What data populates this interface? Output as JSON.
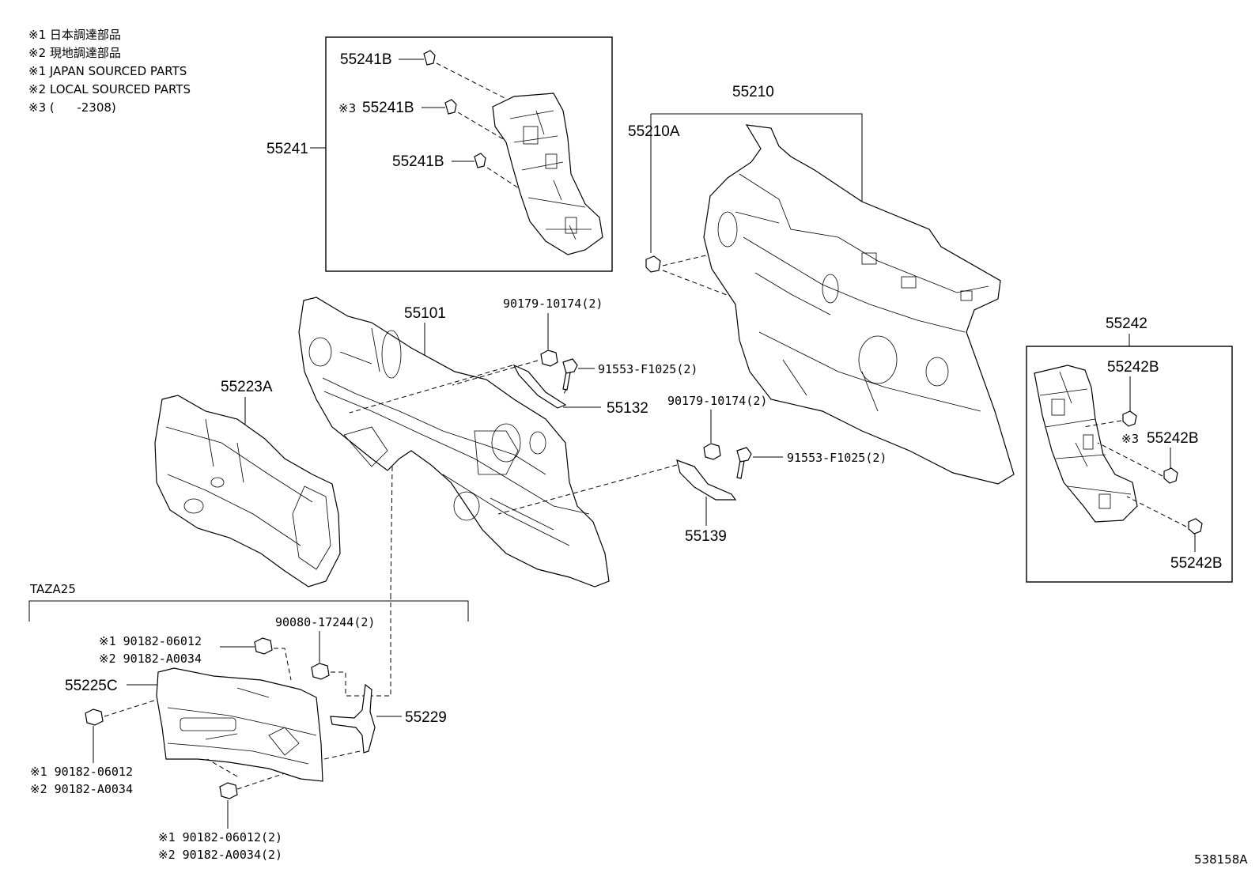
{
  "notes": [
    "※1 日本調達部品",
    "※2 現地調達部品",
    "※1 JAPAN SOURCED PARTS",
    "※2 LOCAL SOURCED PARTS",
    "※3 (      -2308)"
  ],
  "diagram_id": "538158A",
  "section_label": "TAZA25",
  "callouts": {
    "p55241": "55241",
    "p55241B_1": "55241B",
    "p55241B_2_mark": "※3",
    "p55241B_2": "55241B",
    "p55241B_3": "55241B",
    "p55210": "55210",
    "p55210A": "55210A",
    "p55101": "55101",
    "p90179_a": "90179-10174(2)",
    "p91553_a": "91553-F1025(2)",
    "p55132": "55132",
    "p55223A": "55223A",
    "p90179_b": "90179-10174(2)",
    "p91553_b": "91553-F1025(2)",
    "p55139": "55139",
    "p55242": "55242",
    "p55242B_1": "55242B",
    "p55242B_2_mark": "※3",
    "p55242B_2": "55242B",
    "p55242B_3": "55242B",
    "p90080": "90080-17244(2)",
    "p90182_top_1": "※1 90182-06012",
    "p90182_top_2": "※2 90182-A0034",
    "p55225C": "55225C",
    "p55229": "55229",
    "p90182_left_1": "※1 90182-06012",
    "p90182_left_2": "※2 90182-A0034",
    "p90182_bot_1": "※1 90182-06012(2)",
    "p90182_bot_2": "※2 90182-A0034(2)"
  }
}
